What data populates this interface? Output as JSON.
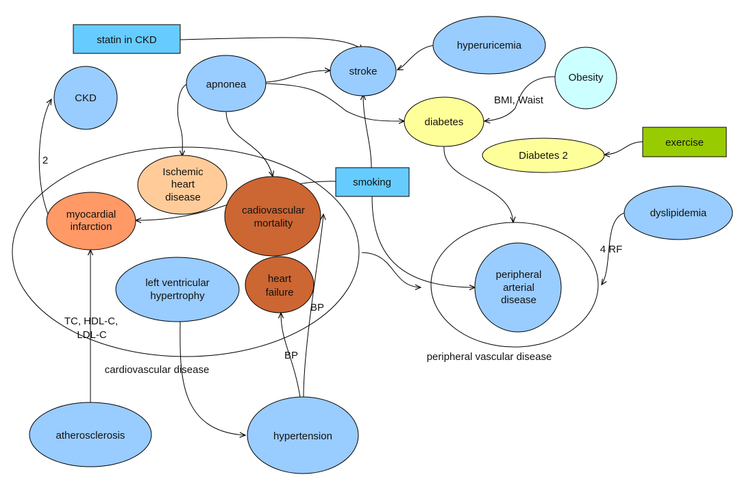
{
  "colors": {
    "blue": "#99ccff",
    "lightblue": "#66ccff",
    "yellow": "#ffff99",
    "cyan": "#ccffff",
    "orange_light": "#ff9966",
    "orange_dark": "#cc6633",
    "peach": "#ffcc99",
    "green": "#99cc00"
  },
  "groups": {
    "cvd": "cardiovascular disease",
    "pvd": "peripheral vascular disease"
  },
  "nodes": {
    "statin": [
      "statin in CKD"
    ],
    "hyperuricemia": [
      "hyperuricemia"
    ],
    "ckd": [
      "CKD"
    ],
    "apnonea": [
      "apnonea"
    ],
    "stroke": [
      "stroke"
    ],
    "obesity": [
      "Obesity"
    ],
    "diabetes": [
      "diabetes"
    ],
    "diabetes2": [
      "Diabetes 2"
    ],
    "exercise": [
      "exercise"
    ],
    "ischemic": [
      "Ischemic",
      "heart",
      "disease"
    ],
    "smoking": [
      "smoking"
    ],
    "mi": [
      "myocardial",
      "infarction"
    ],
    "cvmort": [
      "cadiovascular",
      "mortality"
    ],
    "dyslipidemia": [
      "dyslipidemia"
    ],
    "lvh": [
      "left ventricular",
      "hypertrophy"
    ],
    "hf": [
      "heart",
      "failure"
    ],
    "pad": [
      "peripheral",
      "arterial",
      "disease"
    ],
    "athero": [
      "atherosclerosis"
    ],
    "htn": [
      "hypertension"
    ]
  },
  "edge_labels": {
    "ckd_mi": "2",
    "bmi": "BMI, Waist",
    "rf": "4 RF",
    "lipids": [
      "TC, HDL-C,",
      "LDL-C"
    ],
    "bp_hf": "BP",
    "bp_cvm": "BP"
  }
}
